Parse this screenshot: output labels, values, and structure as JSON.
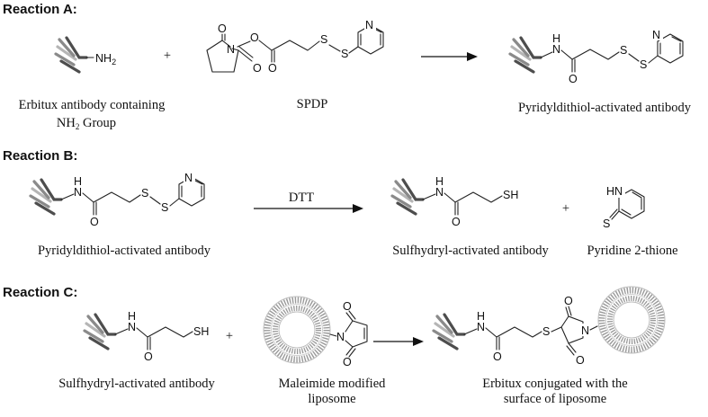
{
  "reactions": {
    "a": {
      "heading": "Reaction A:",
      "plus": "+",
      "antibody_caption_line1": "Erbitux antibody containing",
      "antibody_caption_line2_prefix": "NH",
      "antibody_caption_line2_sub": "2",
      "antibody_caption_line2_suffix": " Group",
      "reagent_caption": "SPDP",
      "product_caption": "Pyridyldithiol-activated antibody"
    },
    "b": {
      "heading": "Reaction B:",
      "reagent_label": "DTT",
      "plus": "+",
      "reactant_caption": "Pyridyldithiol-activated antibody",
      "product_caption": "Sulfhydryl-activated antibody",
      "byproduct_caption": "Pyridine 2-thione"
    },
    "c": {
      "heading": "Reaction C:",
      "plus": "+",
      "reactant_caption": "Sulfhydryl-activated antibody",
      "liposome_caption_line1": "Maleimide modified",
      "liposome_caption_line2": "liposome",
      "product_caption_line1": "Erbitux conjugated with the",
      "product_caption_line2": "surface of liposome"
    }
  },
  "atoms": {
    "nh2": "NH",
    "nh2_sub": "2",
    "n": "N",
    "o": "O",
    "s": "S",
    "h": "H",
    "sh": "SH",
    "hn": "HN"
  }
}
